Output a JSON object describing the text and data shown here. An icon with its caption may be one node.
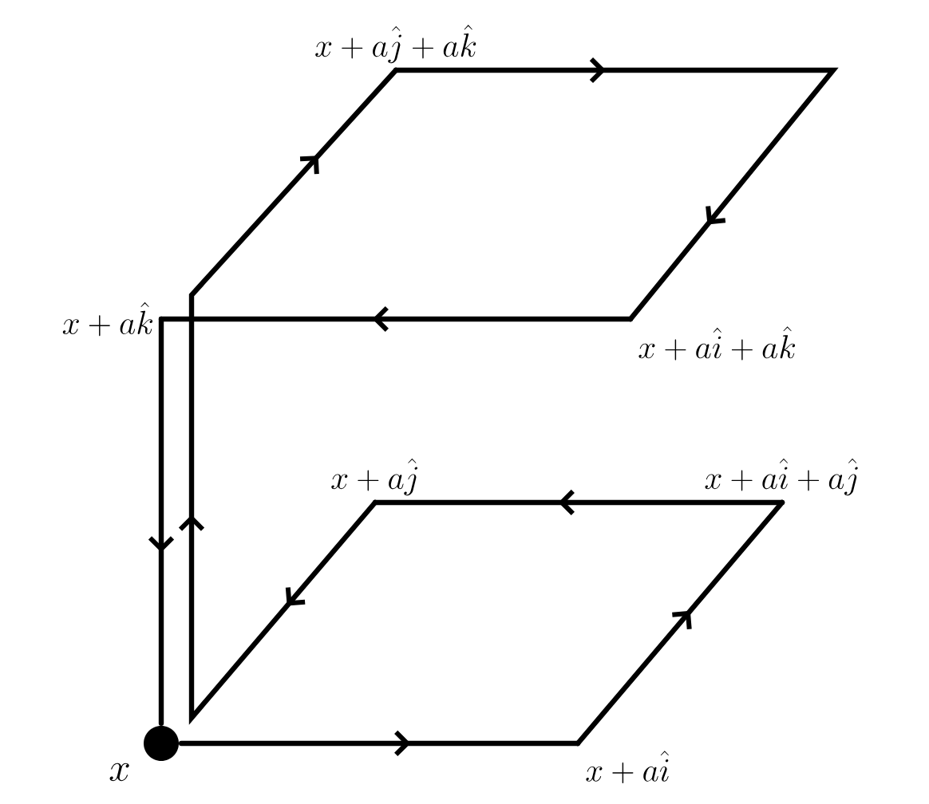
{
  "diagram": {
    "nodes": [
      {
        "text": [],
        "shape": "circle",
        "beside": [
          "x"
        ]
      },
      {
        "text": [
          "x + a\\hat{i}"
        ]
      },
      {
        "text": [
          "x + a\\hat{i} + a\\hat{j}"
        ]
      },
      {
        "text": [
          "x + a\\hat{j}"
        ]
      },
      {
        "text": [
          "x + a\\hat{j} + a\\hat{k}"
        ]
      },
      {
        "text": [
          "x + a\\hat{i} + a\\hat{k}"
        ]
      },
      {
        "text": [
          "x + a\\hat{k}"
        ]
      }
    ],
    "edges": [
      {
        "from": 0,
        "to": 1,
        "arrow": "to"
      },
      {
        "from": 1,
        "to": 2,
        "arrow": "to"
      },
      {
        "from": 2,
        "to": 3,
        "arrow": "to"
      },
      {
        "from": 3,
        "to": 4,
        "arrow": "to"
      },
      {
        "from": 4,
        "to": 5,
        "arrow": "to"
      },
      {
        "from": 5,
        "to": 6,
        "arrow": "to"
      },
      {
        "from": 6,
        "to": 0,
        "arrow": "to"
      }
    ]
  }
}
